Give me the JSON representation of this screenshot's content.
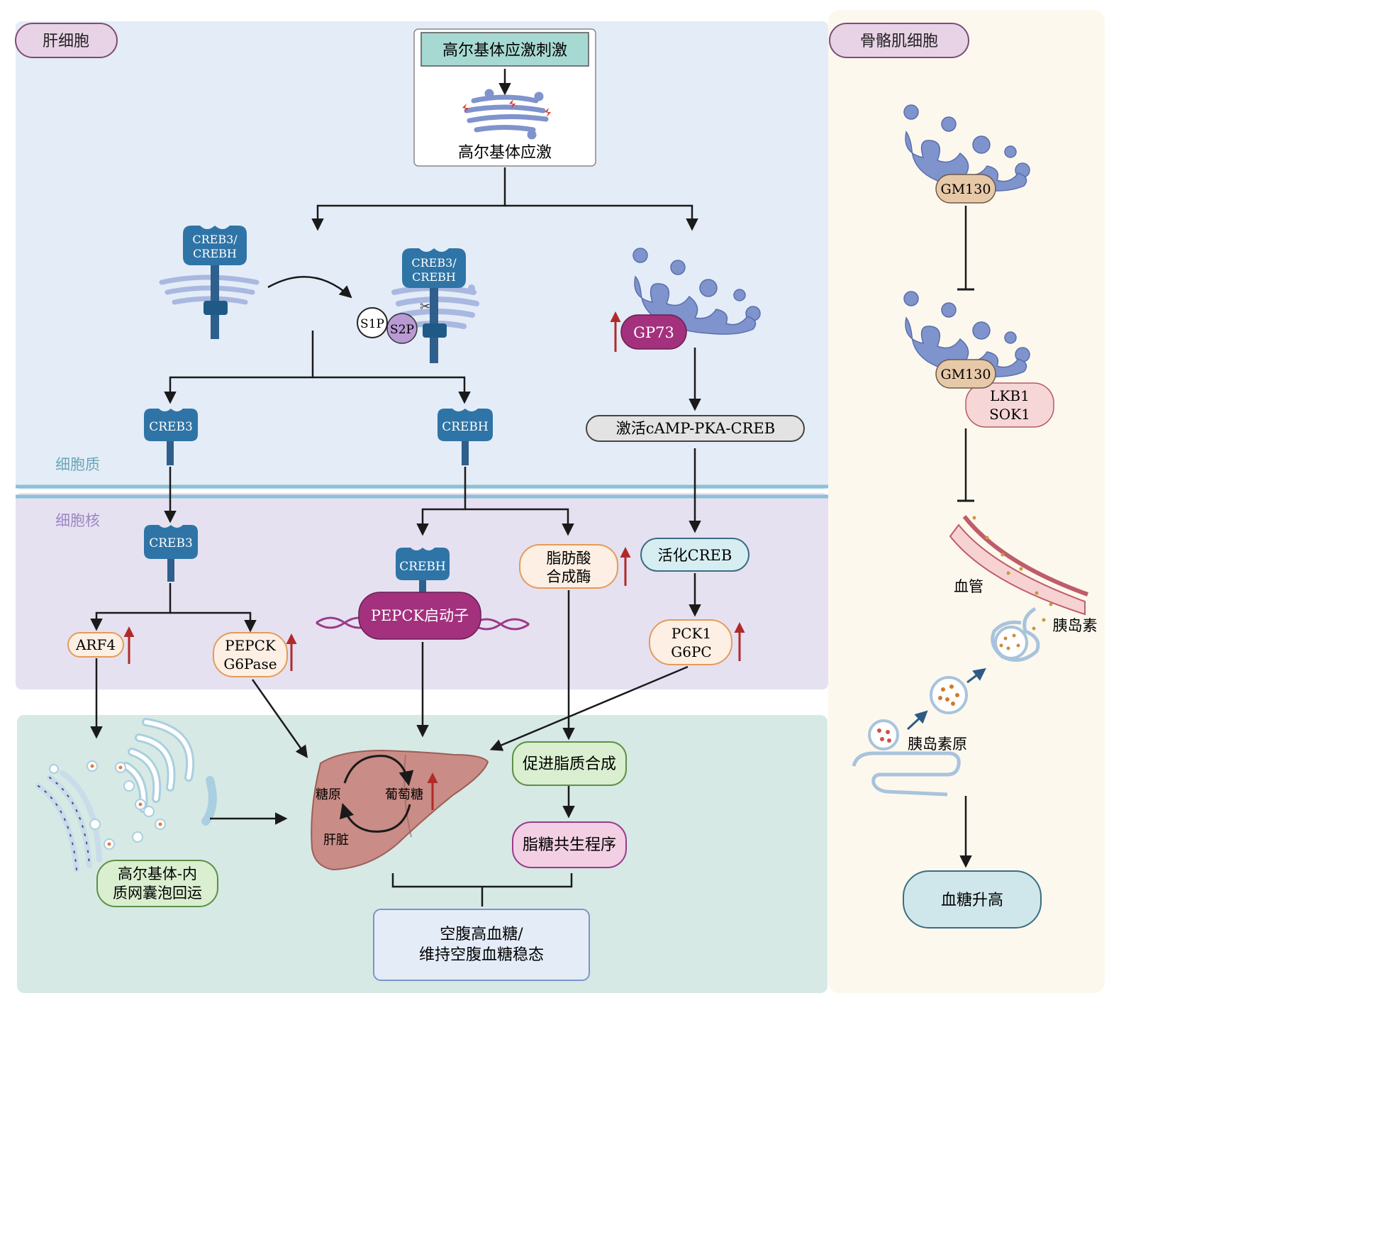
{
  "panels": {
    "liver_cell_label": "肝细胞",
    "muscle_cell_label": "骨骼肌细胞",
    "cytoplasm_label": "细胞质",
    "nucleus_label": "细胞核"
  },
  "golgi_stress": {
    "stimulus": "高尔基体应激刺激",
    "stress": "高尔基体应激"
  },
  "creb_path": {
    "membrane_creb": "CREB3/",
    "membrane_creb2": "CREBH",
    "cleaved_creb": "CREB3/",
    "cleaved_creb2": "CREBH",
    "s1p": "S1P",
    "s2p": "S2P",
    "creb3": "CREB3",
    "crebh": "CREBH",
    "creb3_nuc": "CREB3",
    "crebh_nuc": "CREBH",
    "pepck_promoter": "PEPCK启动子",
    "arf4": "ARF4",
    "pepck": "PEPCK",
    "g6pase": "G6Pase",
    "fas1": "脂肪酸",
    "fas2": "合成酶"
  },
  "gp73_path": {
    "gp73": "GP73",
    "camp": "激活cAMP-PKA-CREB",
    "active_creb": "活化CREB",
    "pck1": "PCK1",
    "g6pc": "G6PC"
  },
  "outputs": {
    "vesicle1": "高尔基体-内",
    "vesicle2": "质网囊泡回运",
    "glycogen": "糖原",
    "glucose": "葡萄糖",
    "liver": "肝脏",
    "lipid": "促进脂质合成",
    "lipo": "脂糖共生程序",
    "final1": "空腹高血糖/",
    "final2": "维持空腹血糖稳态"
  },
  "muscle": {
    "gm130_a": "GM130",
    "gm130_b": "GM130",
    "lkb1": "LKB1",
    "sok1": "SOK1",
    "vessel": "血管",
    "insulin": "胰岛素",
    "proinsulin": "胰岛素原",
    "result": "血糖升高"
  },
  "colors": {
    "cytoplasm_bg": "#e4ecf7",
    "nucleus_bg": "#e6e1f1",
    "liver_bg": "#d6e9e5",
    "muscle_bg": "#fcf8ee",
    "receptor": "#2f74a6",
    "golgi": "#7f93cc",
    "gp73": "#a3317d",
    "up_arrow": "#b02a2a"
  }
}
